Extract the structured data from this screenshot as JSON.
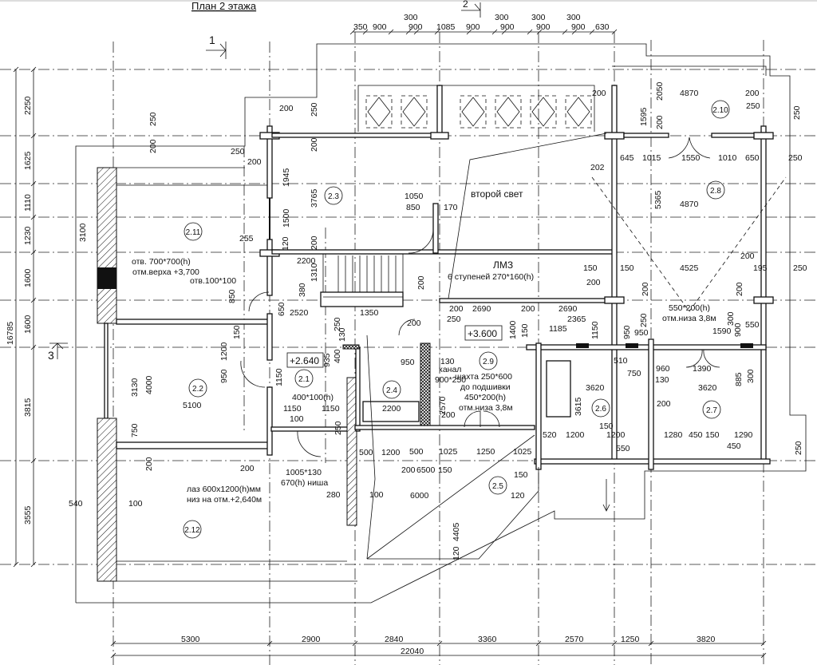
{
  "title": "План 2 этажа",
  "section_marks": [
    "1",
    "2",
    "3"
  ],
  "rooms": [
    "2.11",
    "2.3",
    "2.2",
    "2.1",
    "2.4",
    "2.12",
    "2.9",
    "2.6",
    "2.7",
    "2.5",
    "2.10",
    "2.8"
  ],
  "elevations": [
    "+2.640",
    "+3.600"
  ],
  "notes": [
    "второй свет",
    "ЛМЗ",
    "6 ступеней 270*160(h)",
    "отв. 700*700(h)",
    "отм.верха +3,700",
    "отв.100*100",
    "550*200(h)",
    "отм.низа 3,8м",
    "канал",
    "900*250",
    "шахта 250*600",
    "до подшивки",
    "450*200(h)",
    "отм.низа 3,8м",
    "400*100(h)",
    "1005*130",
    "670(h) ниша",
    "лаз 600x1200(h)мм",
    "низ на отм.+2,640м"
  ],
  "dims_top": [
    "350",
    "900",
    "300",
    "900",
    "1085",
    "900",
    "300",
    "900",
    "300",
    "900",
    "300",
    "900",
    "630"
  ],
  "dims_left": [
    "2250",
    "1625",
    "1110",
    "1230",
    "1600",
    "1600",
    "3815",
    "3555",
    "16785"
  ],
  "dims_bottom": [
    "5300",
    "2900",
    "2840",
    "3360",
    "2570",
    "1250",
    "3820",
    "22040"
  ],
  "dims": [
    "250",
    "200",
    "200",
    "250",
    "200",
    "250",
    "200",
    "1945",
    "3765",
    "3100",
    "1500",
    "200",
    "255",
    "120",
    "2200",
    "1310",
    "380",
    "850",
    "650",
    "2520",
    "1350",
    "1050",
    "850",
    "170",
    "200",
    "4870",
    "200",
    "2050",
    "1595",
    "200",
    "250",
    "250",
    "645",
    "1015",
    "1550",
    "1010",
    "650",
    "250",
    "202",
    "5365",
    "4870",
    "150",
    "150",
    "200",
    "4525",
    "200",
    "195",
    "250",
    "200",
    "200",
    "200",
    "200",
    "2690",
    "200",
    "2690",
    "250",
    "2365",
    "1150",
    "950",
    "250",
    "300",
    "900",
    "550",
    "1185",
    "1590",
    "1400",
    "150",
    "950",
    "1200",
    "150",
    "950",
    "3130",
    "4000",
    "5100",
    "750",
    "200",
    "1150",
    "935",
    "400",
    "1150",
    "1150",
    "100",
    "200",
    "540",
    "100",
    "280",
    "100",
    "2200",
    "950",
    "130",
    "500",
    "1200",
    "250",
    "250",
    "2570",
    "200",
    "130",
    "3620",
    "3615",
    "510",
    "750",
    "960",
    "1390",
    "130",
    "885",
    "300",
    "3620",
    "200",
    "520",
    "1200",
    "150",
    "1200",
    "550",
    "1280",
    "450",
    "150",
    "1290",
    "450",
    "250",
    "500",
    "1025",
    "1250",
    "1025",
    "150",
    "150",
    "6000",
    "120",
    "4405",
    "120",
    "200",
    "6500",
    "200"
  ]
}
